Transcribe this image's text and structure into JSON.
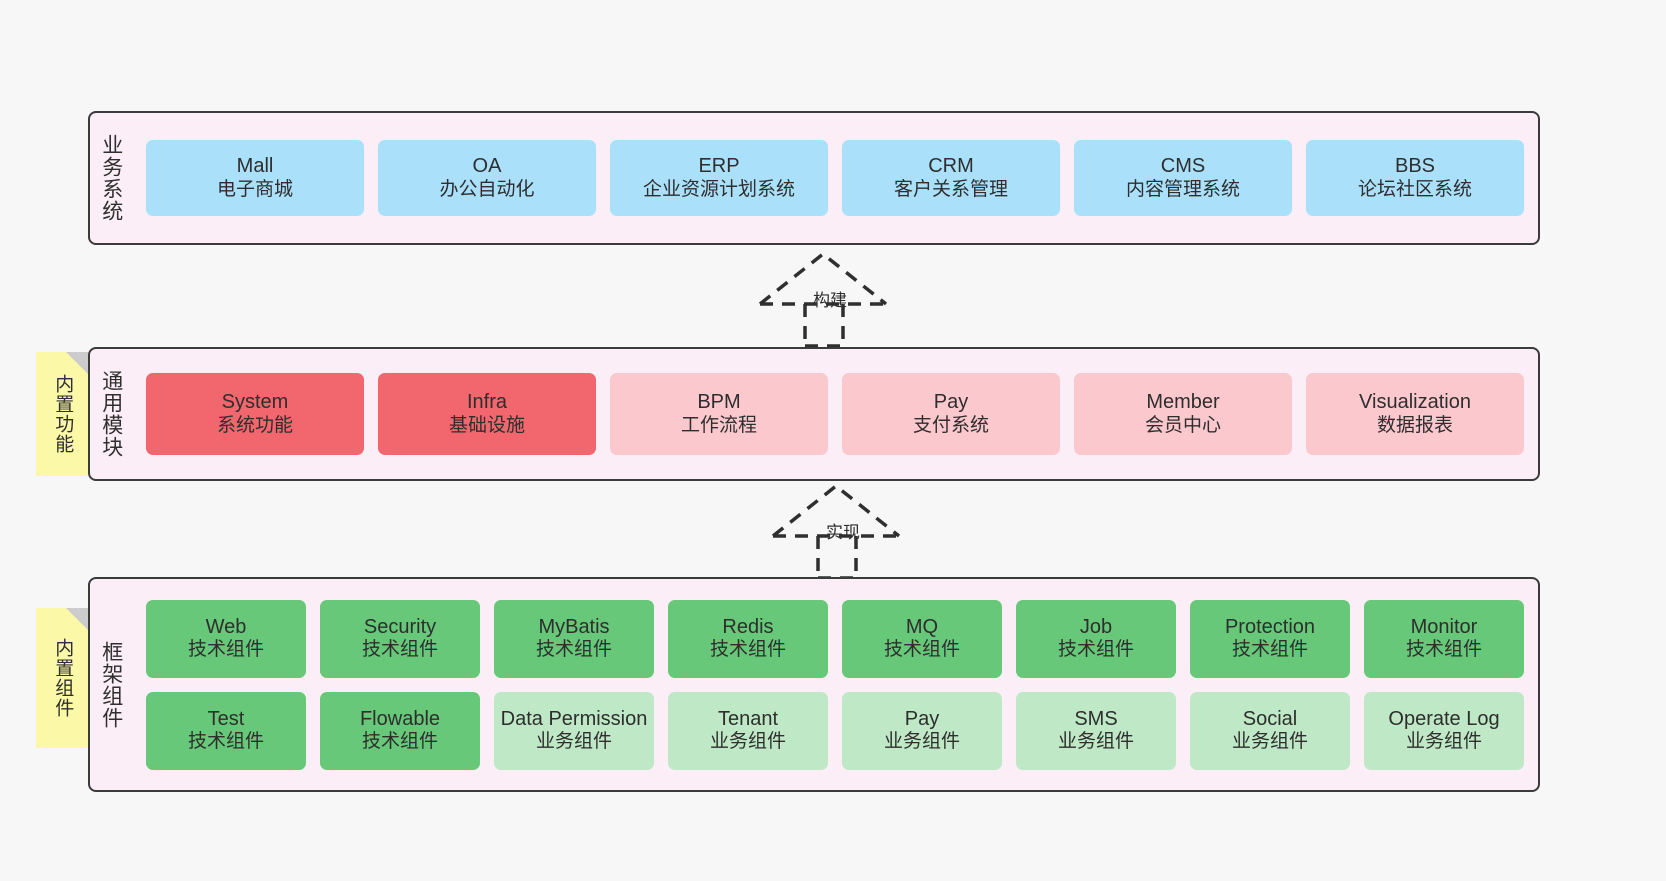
{
  "diagram": {
    "layers": [
      {
        "key": "business",
        "title": "业务系统",
        "note": null,
        "rows": [
          {
            "nodes": [
              {
                "en": "Mall",
                "cn": "电子商城",
                "color": "#abe0fb"
              },
              {
                "en": "OA",
                "cn": "办公自动化",
                "color": "#abe0fb"
              },
              {
                "en": "ERP",
                "cn": "企业资源计划系统",
                "color": "#abe0fb"
              },
              {
                "en": "CRM",
                "cn": "客户关系管理",
                "color": "#abe0fb"
              },
              {
                "en": "CMS",
                "cn": "内容管理系统",
                "color": "#abe0fb"
              },
              {
                "en": "BBS",
                "cn": "论坛社区系统",
                "color": "#abe0fb"
              }
            ]
          }
        ]
      },
      {
        "key": "common",
        "title": "通用模块",
        "note": "内置功能",
        "rows": [
          {
            "nodes": [
              {
                "en": "System",
                "cn": "系统功能",
                "color": "#f2666e"
              },
              {
                "en": "Infra",
                "cn": "基础设施",
                "color": "#f2666e"
              },
              {
                "en": "BPM",
                "cn": "工作流程",
                "color": "#fbc8ce"
              },
              {
                "en": "Pay",
                "cn": "支付系统",
                "color": "#fbc8ce"
              },
              {
                "en": "Member",
                "cn": "会员中心",
                "color": "#fbc8ce"
              },
              {
                "en": "Visualization",
                "cn": "数据报表",
                "color": "#fbc8ce"
              }
            ]
          }
        ]
      },
      {
        "key": "framework",
        "title": "框架组件",
        "note": "内置组件",
        "rows": [
          {
            "nodes": [
              {
                "en": "Web",
                "cn": "技术组件",
                "color": "#66c878"
              },
              {
                "en": "Security",
                "cn": "技术组件",
                "color": "#66c878"
              },
              {
                "en": "MyBatis",
                "cn": "技术组件",
                "color": "#66c878"
              },
              {
                "en": "Redis",
                "cn": "技术组件",
                "color": "#66c878"
              },
              {
                "en": "MQ",
                "cn": "技术组件",
                "color": "#66c878"
              },
              {
                "en": "Job",
                "cn": "技术组件",
                "color": "#66c878"
              },
              {
                "en": "Protection",
                "cn": "技术组件",
                "color": "#66c878"
              },
              {
                "en": "Monitor",
                "cn": "技术组件",
                "color": "#66c878"
              }
            ]
          },
          {
            "nodes": [
              {
                "en": "Test",
                "cn": "技术组件",
                "color": "#66c878"
              },
              {
                "en": "Flowable",
                "cn": "技术组件",
                "color": "#66c878"
              },
              {
                "en": "Data Permission",
                "cn": "业务组件",
                "color": "#bfe8c6"
              },
              {
                "en": "Tenant",
                "cn": "业务组件",
                "color": "#bfe8c6"
              },
              {
                "en": "Pay",
                "cn": "业务组件",
                "color": "#bfe8c6"
              },
              {
                "en": "SMS",
                "cn": "业务组件",
                "color": "#bfe8c6"
              },
              {
                "en": "Social",
                "cn": "业务组件",
                "color": "#bfe8c6"
              },
              {
                "en": "Operate Log",
                "cn": "业务组件",
                "color": "#bfe8c6"
              }
            ]
          }
        ]
      }
    ],
    "arrows": [
      {
        "key": "build",
        "label": "构建"
      },
      {
        "key": "implement",
        "label": "实现"
      }
    ],
    "colors": {
      "panel_background": "#fbeef6",
      "panel_border": "#3b3b3b",
      "note_background": "#fbf8a8",
      "note_fold": "#cccccc",
      "canvas_background": "#f7f7f7",
      "business_node": "#abe0fb",
      "core_module_node": "#f2666e",
      "module_node": "#fbc8ce",
      "tech_component_node": "#66c878",
      "business_component_node": "#bfe8c6",
      "arrow_stroke": "#2f2f2f"
    }
  }
}
